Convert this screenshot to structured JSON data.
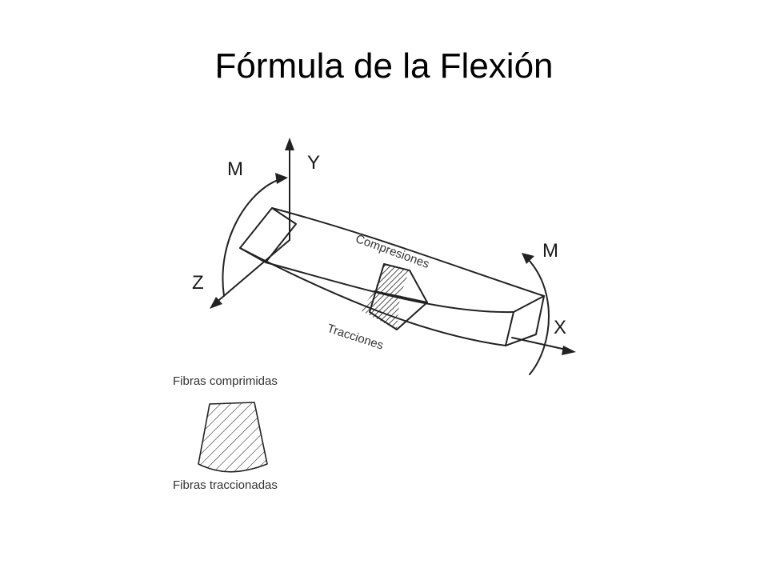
{
  "slide": {
    "title": "Fórmula de la Flexión"
  },
  "figure": {
    "labels": {
      "moment_left": "M",
      "moment_right": "M",
      "axis_y": "Y",
      "axis_z": "Z",
      "axis_x": "X",
      "compresiones": "Compresiones",
      "tracciones": "Tracciones",
      "fibras_comprimidas": "Fibras comprimidas",
      "fibras_traccionadas": "Fibras traccionadas"
    }
  }
}
